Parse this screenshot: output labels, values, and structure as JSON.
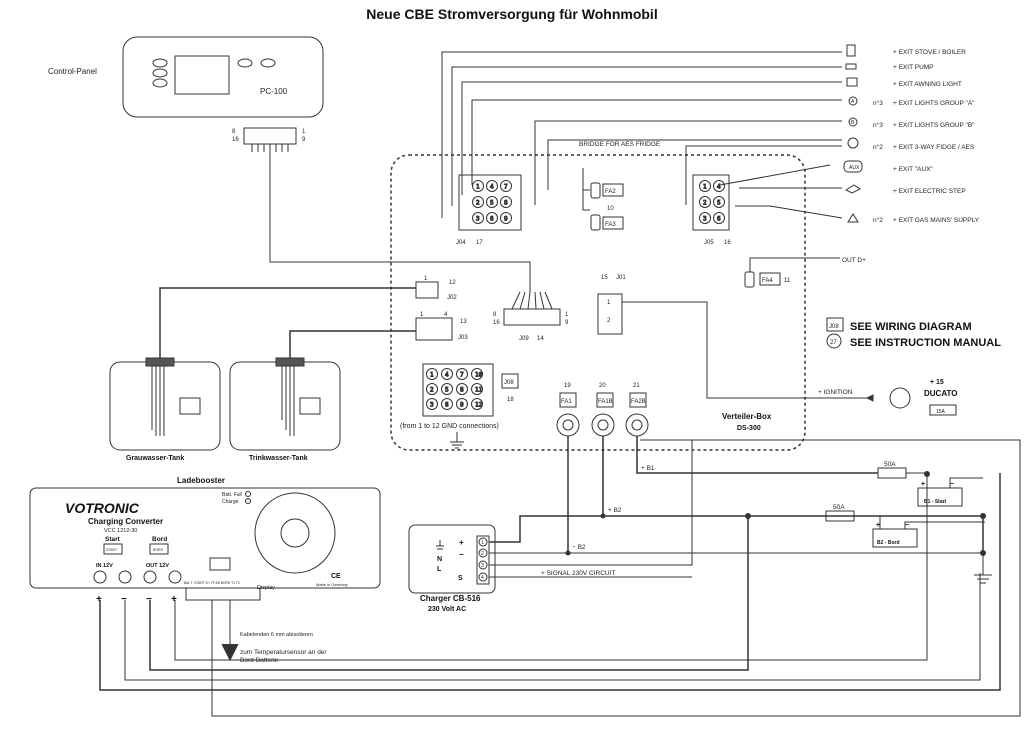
{
  "title": "Neue CBE Stromversorgung für Wohnmobil",
  "control_panel": {
    "label": "Control-Panel",
    "model": "PC-100",
    "pin_left_top": "8",
    "pin_left_bottom": "16",
    "pin_right_top": "1",
    "pin_right_bottom": "9"
  },
  "outputs": [
    {
      "qty": "",
      "label": "+ EXIT STOVE / BOILER"
    },
    {
      "qty": "",
      "label": "+ EXIT PUMP"
    },
    {
      "qty": "",
      "label": "+ EXIT AWNING LIGHT"
    },
    {
      "qty": "n°3",
      "label": "+ EXIT LIGHTS GROUP \"A\""
    },
    {
      "qty": "n°3",
      "label": "+ EXIT LIGHTS GROUP \"B\""
    },
    {
      "qty": "n°2",
      "label": "+ EXIT 3-WAY FIDGE / AES"
    },
    {
      "qty": "",
      "label": "+ EXIT \"AUX\""
    },
    {
      "qty": "",
      "label": "+ EXIT ELECTRIC STEP"
    },
    {
      "qty": "n°2",
      "label": "+ EXIT GAS MAINS' SUPPLY"
    }
  ],
  "icon_labels": {
    "aux": "AUX",
    "lights_a": "A",
    "lights_b": "B"
  },
  "bridge_label": "BRIDGE FOR AES FRIDGE",
  "fuses": {
    "fa2": "FA2",
    "fa3": "FA3",
    "n10": "10",
    "fa4": "FA4",
    "n11": "11",
    "fa1": "FA1",
    "fa1b": "FA1B",
    "fa2b": "FA2B",
    "n19": "19",
    "n20": "20",
    "n21": "21"
  },
  "connectors": {
    "j04": "J04",
    "n17": "17",
    "j05": "J05",
    "n16": "16",
    "j01": "J01",
    "n15": "15",
    "j02": "J02",
    "n12": "12",
    "j03": "J03",
    "n13": "13",
    "j09": "J09",
    "n14": "14",
    "j08": "J08",
    "n18": "18",
    "j02_pin": "1",
    "j03_pin_left": "1",
    "j03_pin_right": "4",
    "j09_pin_left_top": "8",
    "j09_pin_left_bottom": "16",
    "j09_pin_right_top": "1",
    "j09_pin_right_bottom": "9",
    "j01_pin_top": "1",
    "j01_pin_bottom": "2"
  },
  "gnd_pins": [
    "1",
    "2",
    "3",
    "4",
    "5",
    "6",
    "7",
    "8",
    "9",
    "10",
    "11",
    "12"
  ],
  "j04_pins": [
    "1",
    "2",
    "3",
    "4",
    "5",
    "6",
    "7",
    "8",
    "9"
  ],
  "j05_pins": [
    "1",
    "2",
    "3",
    "4",
    "5",
    "6"
  ],
  "gnd_note": "(from 1 to 12 GND connections)",
  "out_d": "OUT D+",
  "legend": {
    "box": "J08",
    "circle": "27",
    "wiring": "SEE WIRING DIAGRAM",
    "manual": "SEE INSTRUCTION MANUAL"
  },
  "verteiler": {
    "name": "Verteiler-Box",
    "model": "DS-300"
  },
  "ignition": "+ IGNITION",
  "ducato": {
    "line1": "+ 15",
    "line2": "DUCATO",
    "fuse": "15A"
  },
  "tanks": {
    "grau": "Grauwasser-Tank",
    "trink": "Trinkwasser-Tank"
  },
  "booster": {
    "title": "Ladebooster",
    "brand": "VOTRONIC",
    "subtitle": "Charging Converter",
    "model": "VCC 1212-30",
    "bat_full": "Batt. Full",
    "charge": "Charge",
    "start": "Start",
    "bord": "Bord",
    "start_small": "START",
    "bord_small": "BORD",
    "in": "IN 12V",
    "out": "OUT 12V",
    "display": "Display",
    "terminals": "Bat. T. START D+ TF AS BORD T1 T2",
    "ce": "CE",
    "made": "Made in Germany",
    "plus1": "+",
    "minus1": "−",
    "minus2": "−",
    "plus2": "+"
  },
  "sensor": {
    "cable": "Kabelenden 6 mm abisolieren",
    "line1": "zum Temperatursensor an der",
    "line2": "Bord-Batterie"
  },
  "charger": {
    "name": "Charger CB-516",
    "ac": "230 Volt AC",
    "n": "N",
    "l": "L",
    "s": "S",
    "plus": "+",
    "minus": "−",
    "pins": [
      "1",
      "2",
      "3",
      "4"
    ]
  },
  "signal": "+ SIGNAL 230V CIRCUIT",
  "wires": {
    "b1": "+ B1",
    "b2": "+ B2",
    "mb2": "− B2"
  },
  "fuse50a_1": "50A",
  "fuse50a_2": "50A",
  "battery_start": {
    "label": "B1 - Start",
    "plus": "+",
    "minus": "−"
  },
  "battery_bord": {
    "label": "B2 - Bord",
    "plus": "+",
    "minus": "−"
  }
}
